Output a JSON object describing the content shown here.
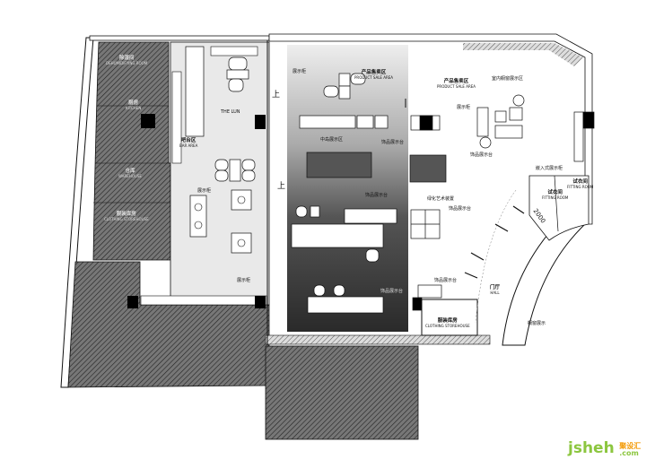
{
  "plan": {
    "rooms": {
      "dehumidifying": {
        "cn": "除湿间",
        "en": "DEHUMIDIFYING ROOM"
      },
      "kitchen": {
        "cn": "厨房",
        "en": "KITCHEN"
      },
      "warehouse": {
        "cn": "仓库",
        "en": "WAREHOUSE"
      },
      "clothing_store_left": {
        "cn": "服装库房",
        "en": "CLOTHING STOREHOUSE"
      },
      "bar_area": {
        "cn": "吧台区",
        "en": "BAR AREA"
      },
      "the_lun": "THE LUN",
      "product_sale_1": {
        "cn": "产品售卖区",
        "en": "PRODUCT SALE AREA"
      },
      "product_sale_2": {
        "cn": "产品售卖区",
        "en": "PRODUCT SALE AREA"
      },
      "fitting_room_1": {
        "cn": "试衣间",
        "en": "FITTING ROOM"
      },
      "fitting_room_2": {
        "cn": "试衣间",
        "en": "FITTING ROOM"
      },
      "hall": {
        "cn": "门厅",
        "en": "HALL"
      },
      "clothing_store_right": {
        "cn": "服装库房",
        "en": "CLOTHING STOREHOUSE"
      }
    },
    "annotations": {
      "display_cabinet_left": "展示柜",
      "display_cabinet_top": "展示柜",
      "display_cabinet_mid": "展示柜",
      "display_cabinet_bottom": "展示柜",
      "island_display": "中岛展示区",
      "accessory_table_1": "饰品展示台",
      "accessory_table_2": "饰品展示台",
      "accessory_table_3": "饰品展示台",
      "accessory_table_4": "饰品展示台",
      "accessory_table_5": "饰品展示台",
      "accessory_table_6": "饰品展示台",
      "green_art": "绿化艺术装置",
      "indoor_window": "室内橱窗展示区",
      "embedded_cabinet": "嵌入式展示柜",
      "window_display": "橱窗展示",
      "up_1": "上",
      "up_2": "上",
      "dimension": "2000"
    },
    "watermark": {
      "main": "jsheh",
      "side_cn": "聚设汇",
      "side_en": ".com"
    }
  }
}
